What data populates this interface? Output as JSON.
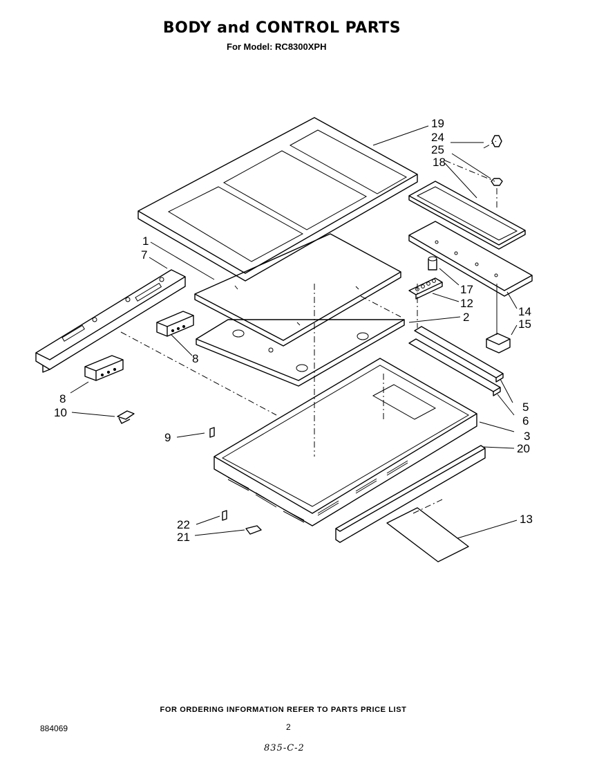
{
  "header": {
    "title": "BODY and CONTROL PARTS",
    "subtitle": "For Model: RC8300XPH"
  },
  "footer": {
    "ordering_note": "FOR ORDERING INFORMATION REFER TO PARTS PRICE LIST",
    "doc_number": "884069",
    "page_number": "2",
    "handwritten_note": "835-C-2"
  },
  "callouts": [
    "19",
    "24",
    "25",
    "18",
    "1",
    "7",
    "17",
    "12",
    "2",
    "14",
    "15",
    "8",
    "8",
    "5",
    "6",
    "10",
    "9",
    "3",
    "20",
    "22",
    "21",
    "13"
  ]
}
